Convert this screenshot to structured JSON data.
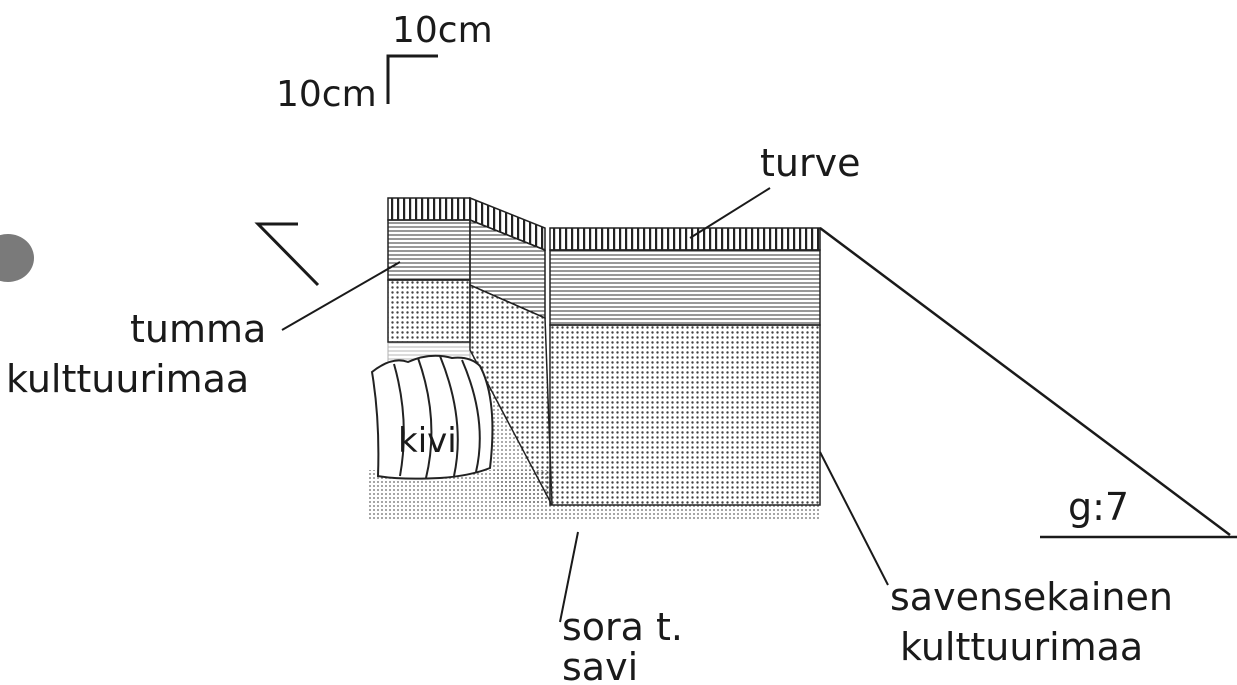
{
  "scale": {
    "horizontal": "10cm",
    "vertical": "10cm"
  },
  "labels": {
    "turve": "turve",
    "tumma_line1": "tumma",
    "tumma_line2": "kulttuurimaa",
    "kivi": "kivi",
    "sora_line1": "sora t.",
    "sora_line2": "savi",
    "savensekainen_line1": "savensekainen",
    "savensekainen_line2": "kulttuurimaa",
    "section_id": "g:7"
  }
}
